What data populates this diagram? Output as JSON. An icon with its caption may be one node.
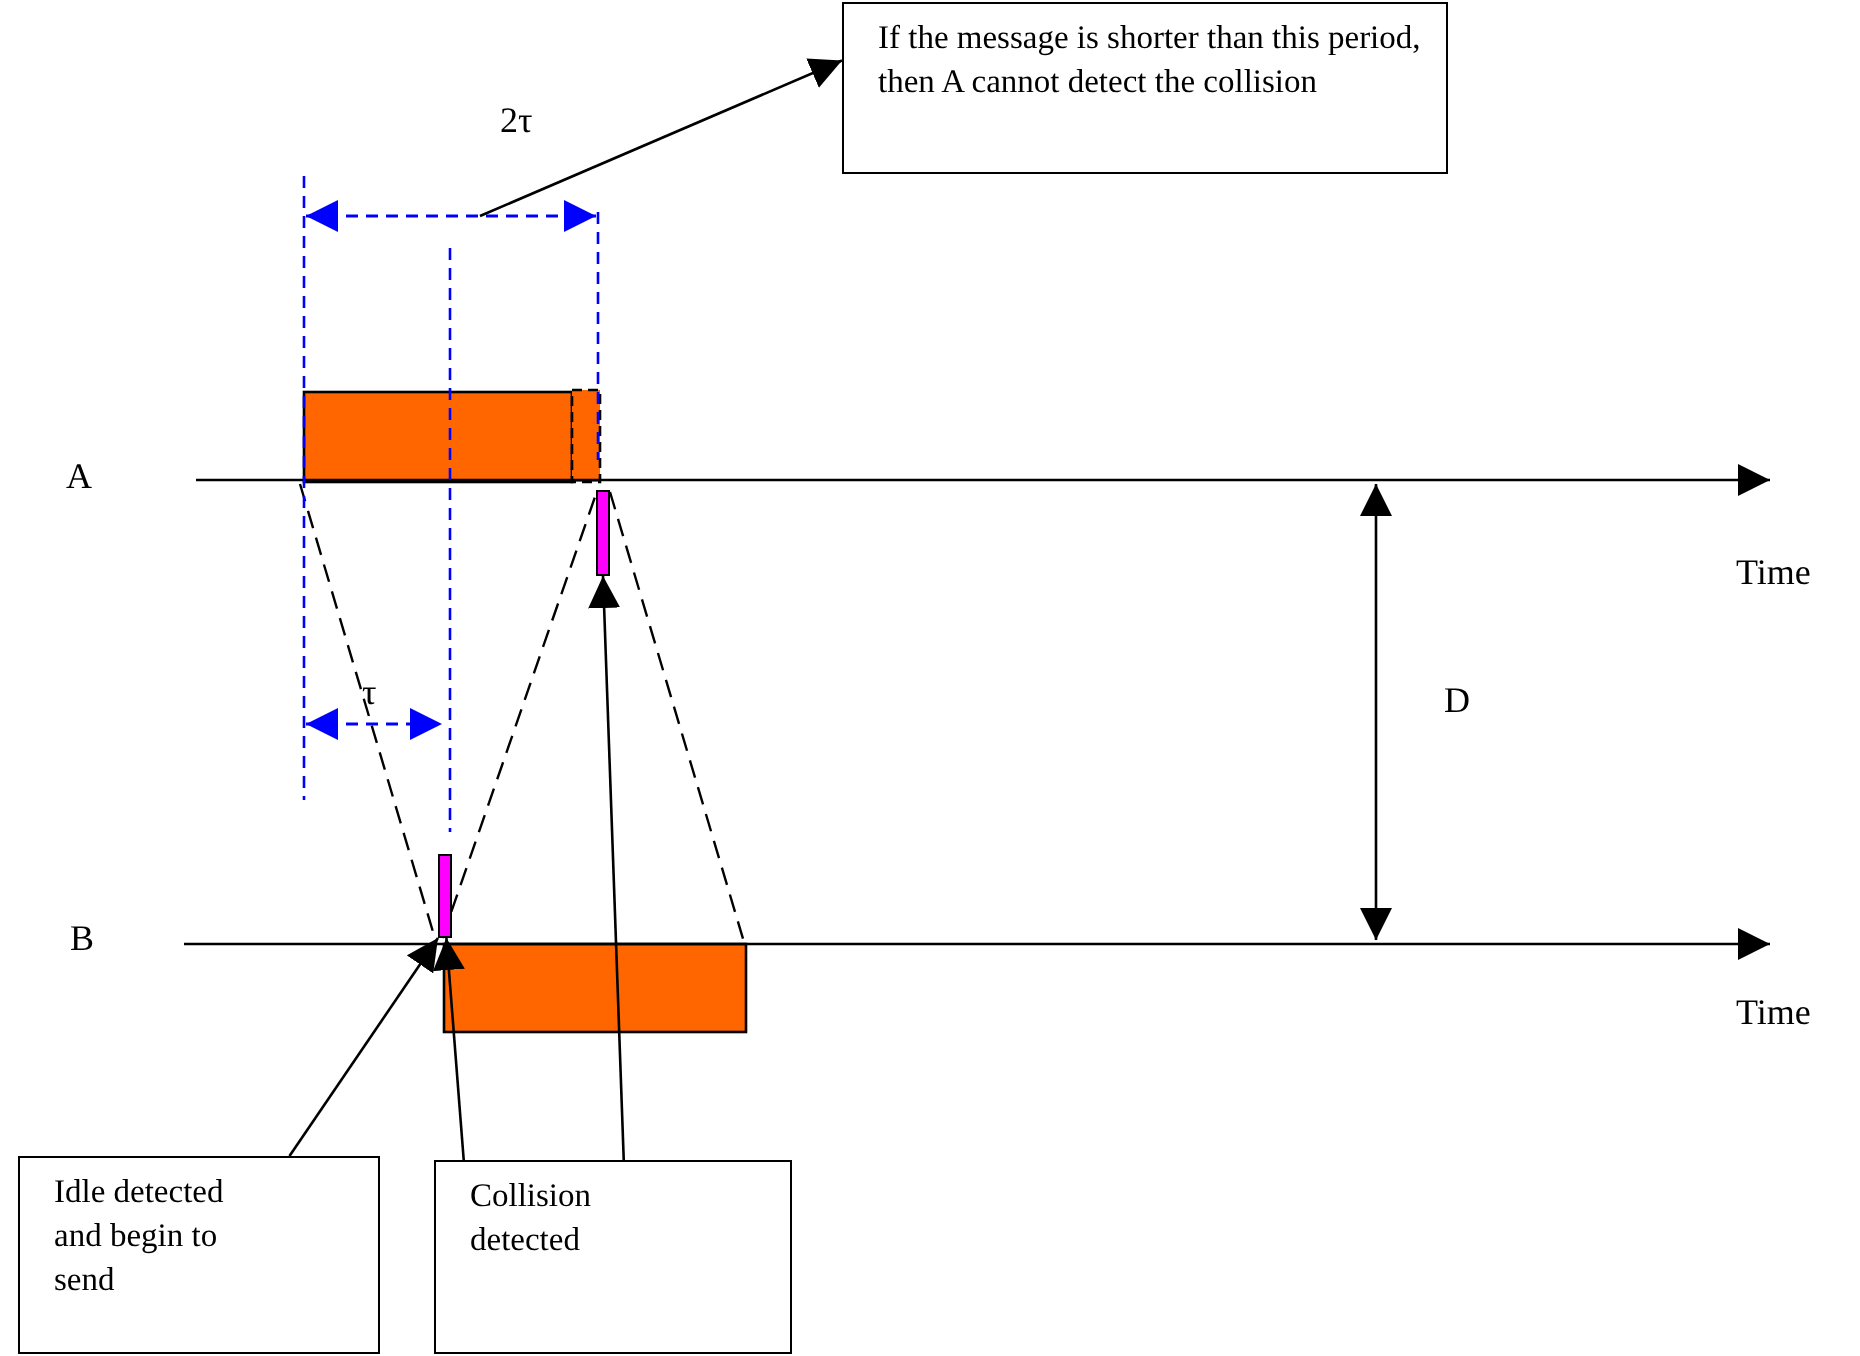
{
  "diagram": {
    "nodes": [
      {
        "text": [
          "If the message is shorter than this period, then A cannot detect the collision"
        ]
      },
      {
        "text": [
          "Idle detected and begin to send"
        ]
      },
      {
        "text": [
          "Collision detected"
        ]
      },
      {
        "text": [],
        "shape": "bar"
      },
      {
        "text": [],
        "shape": "bar"
      }
    ],
    "edges": [
      {
        "from": null,
        "to": 0,
        "arrow": "to"
      },
      {
        "from": 1,
        "to": 4,
        "arrow": "to"
      },
      {
        "from": 2,
        "to": 4,
        "arrow": "to"
      },
      {
        "from": 2,
        "to": 3,
        "arrow": "to"
      },
      {
        "from": 4,
        "to": 3,
        "arrow": "none",
        "style": "dashed"
      }
    ],
    "labels": [
      "2τ",
      "A",
      "Time",
      "τ",
      "D",
      "B",
      "Time"
    ]
  }
}
